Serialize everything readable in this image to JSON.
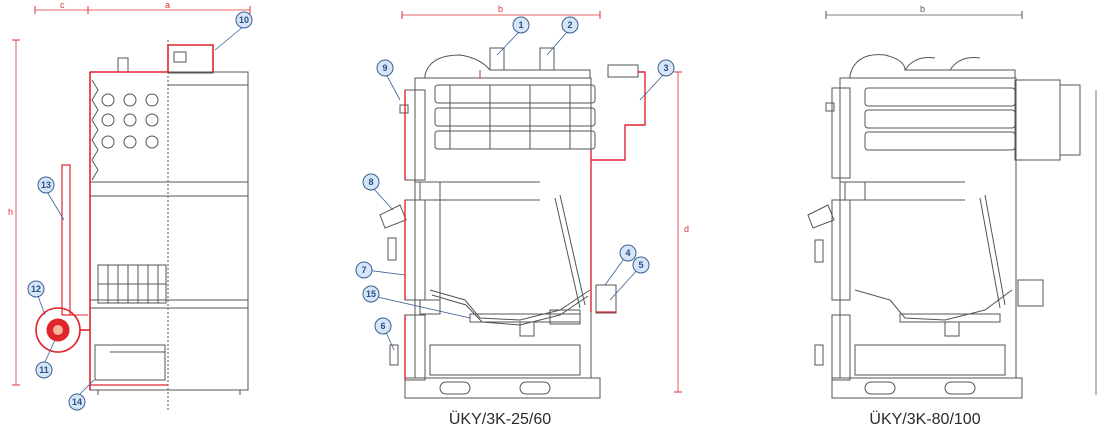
{
  "colors": {
    "line": "#555555",
    "accent": "#e0262d",
    "callout_fill": "#d6e6f7",
    "callout_stroke": "#3a5f93",
    "dimension": "#d33333"
  },
  "dimensions": {
    "c": "c",
    "a": "a",
    "h": "h",
    "b_left": "b",
    "b_right": "b",
    "d": "d"
  },
  "callouts": {
    "n1": "1",
    "n2": "2",
    "n3": "3",
    "n4": "4",
    "n5": "5",
    "n6": "6",
    "n7": "7",
    "n8": "8",
    "n9": "9",
    "n10": "10",
    "n11": "11",
    "n12": "12",
    "n13": "13",
    "n14": "14",
    "n15": "15"
  },
  "captions": {
    "middle": "ÜKY/3K-25/60",
    "right": "ÜKY/3K-80/100"
  }
}
